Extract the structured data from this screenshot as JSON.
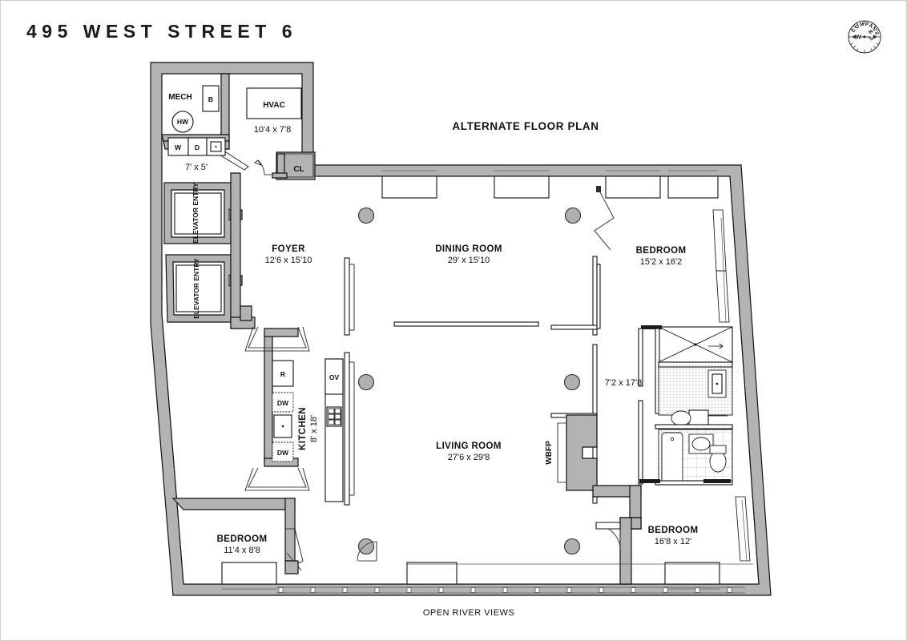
{
  "document": {
    "title": "495 WEST STREET 6",
    "plan_title": "ALTERNATE FLOOR PLAN",
    "footer_note": "OPEN RIVER VIEWS",
    "brand": "COMPASS",
    "compass_letters": {
      "n": "N",
      "s": "S",
      "e": "E",
      "w": "W"
    }
  },
  "rooms": [
    {
      "id": "mech",
      "name": "MECH",
      "dim": ""
    },
    {
      "id": "hvac",
      "name": "HVAC",
      "dim": "10'4 x 7'8"
    },
    {
      "id": "laundry",
      "name": "",
      "dim": "7' x 5'"
    },
    {
      "id": "closet",
      "name": "CL",
      "dim": ""
    },
    {
      "id": "foyer",
      "name": "FOYER",
      "dim": "12'6 x 15'10"
    },
    {
      "id": "dining",
      "name": "DINING ROOM",
      "dim": "29' x 15'10"
    },
    {
      "id": "bed-ne",
      "name": "BEDROOM",
      "dim": "15'2 x 16'2"
    },
    {
      "id": "bath-main",
      "name": "",
      "dim": "7'2 x 17'8"
    },
    {
      "id": "kitchen",
      "name": "KITCHEN",
      "dim": "8' x 18'"
    },
    {
      "id": "living",
      "name": "LIVING ROOM",
      "dim": "27'6 x 29'8"
    },
    {
      "id": "bed-sw",
      "name": "BEDROOM",
      "dim": "11'4 x 8'8"
    },
    {
      "id": "bed-se",
      "name": "BEDROOM",
      "dim": "16'8 x 12'"
    }
  ],
  "fixtures": {
    "boiler": "B",
    "hot_water": "HW",
    "washer": "W",
    "dryer": "D",
    "refrigerator": "R",
    "dishwasher_1": "DW",
    "dishwasher_2": "DW",
    "oven": "OV",
    "fireplace": "WBFP",
    "elevator_entry_1": "ELEVATOR ENTRY",
    "elevator_entry_2": "ELEVATOR ENTRY"
  },
  "colors": {
    "wall_fill": "#b3b3b3",
    "column_fill": "#b0b0b0",
    "ink": "#111111",
    "page": "#ffffff",
    "frame": "#cfcfcf",
    "compass_accent": "#cc1111"
  }
}
